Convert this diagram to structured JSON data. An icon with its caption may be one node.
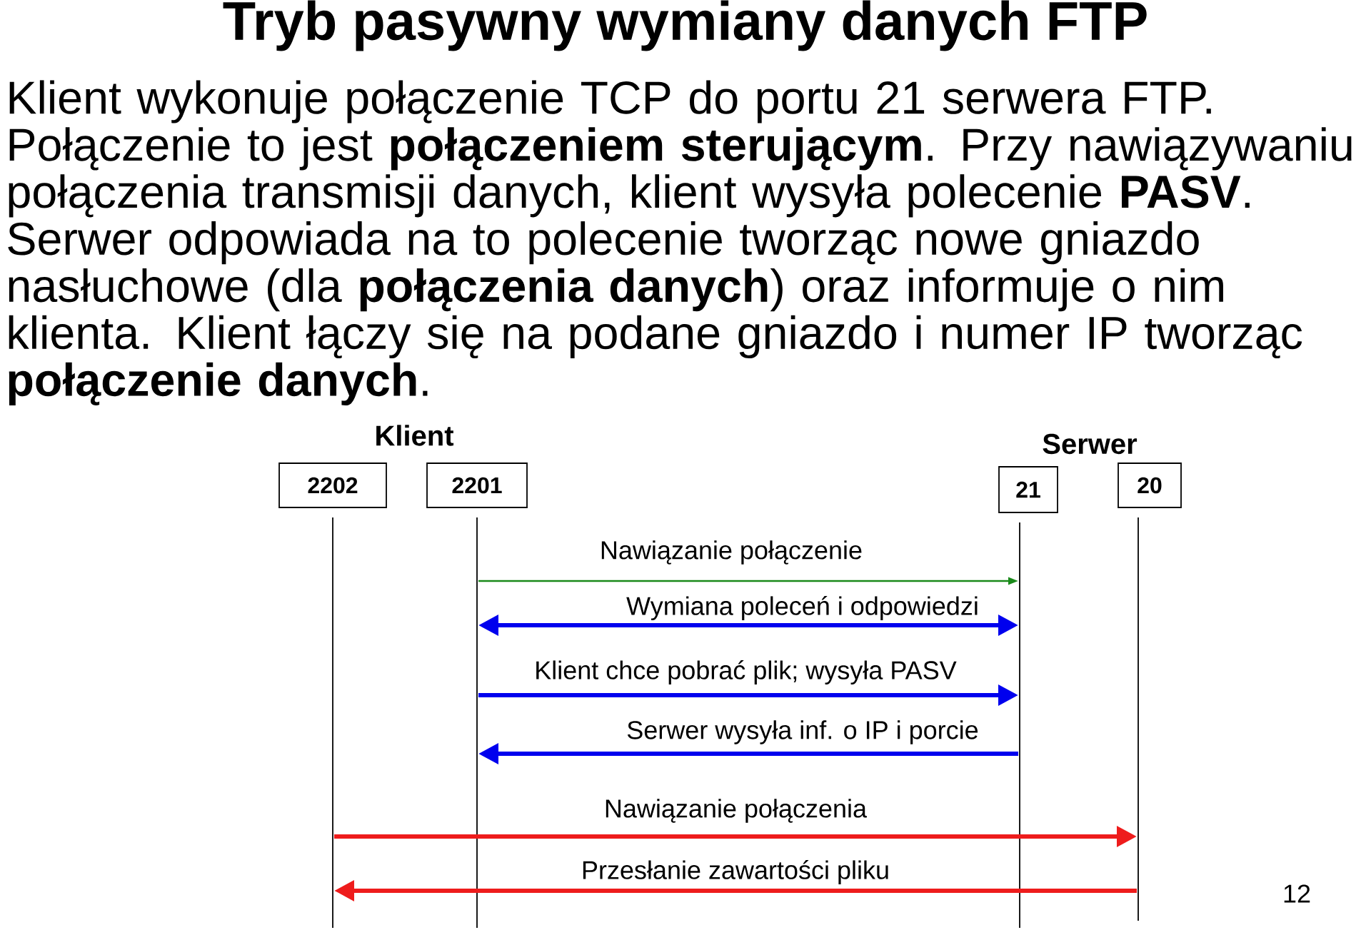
{
  "diagram": {
    "title": "Tryb pasywny wymiany danych FTP",
    "nodes": [
      {
        "text": [
          "2202"
        ]
      },
      {
        "text": [
          "2201"
        ]
      },
      {
        "text": [
          "21"
        ]
      },
      {
        "text": [
          "20"
        ]
      }
    ],
    "edges": [
      {
        "from": 1,
        "to": 2,
        "arrow": "to",
        "label": "Nawiązanie połączenie",
        "color": "#1a8a1a"
      },
      {
        "from": 1,
        "to": 2,
        "arrow": "both",
        "label": "Wymiana poleceń i odpowiedzi",
        "color": "#0000ee"
      },
      {
        "from": 1,
        "to": 2,
        "arrow": "to",
        "label": "Klient chce pobrać plik; wysyła PASV",
        "color": "#0000ee"
      },
      {
        "from": 2,
        "to": 1,
        "arrow": "to",
        "label": "Serwer wysyła inf. o IP i porcie",
        "color": "#0000ee"
      },
      {
        "from": 0,
        "to": 3,
        "arrow": "to",
        "label": "Nawiązanie połączenia",
        "color": "#ee1c1c"
      },
      {
        "from": 3,
        "to": 0,
        "arrow": "to",
        "label": "Przesłanie zawartości pliku",
        "color": "#ee1c1c"
      }
    ],
    "labels": [
      "Klient wykonuje połączenie TCP do portu 21 serwera FTP. Połączenie to jest **połączeniem sterującym**. Przy nawiązywaniu połączenia transmisji danych, klient wysyła polecenie **PASV**. Serwer odpowiada na to polecenie tworząc nowe gniazdo nasłuchowe (dla **połączenia danych**) oraz informuje o nim klienta. Klient łączy się na podane gniazdo i numer IP tworząc **połączenie danych**.",
      "Klient",
      "Serwer",
      "12"
    ]
  }
}
